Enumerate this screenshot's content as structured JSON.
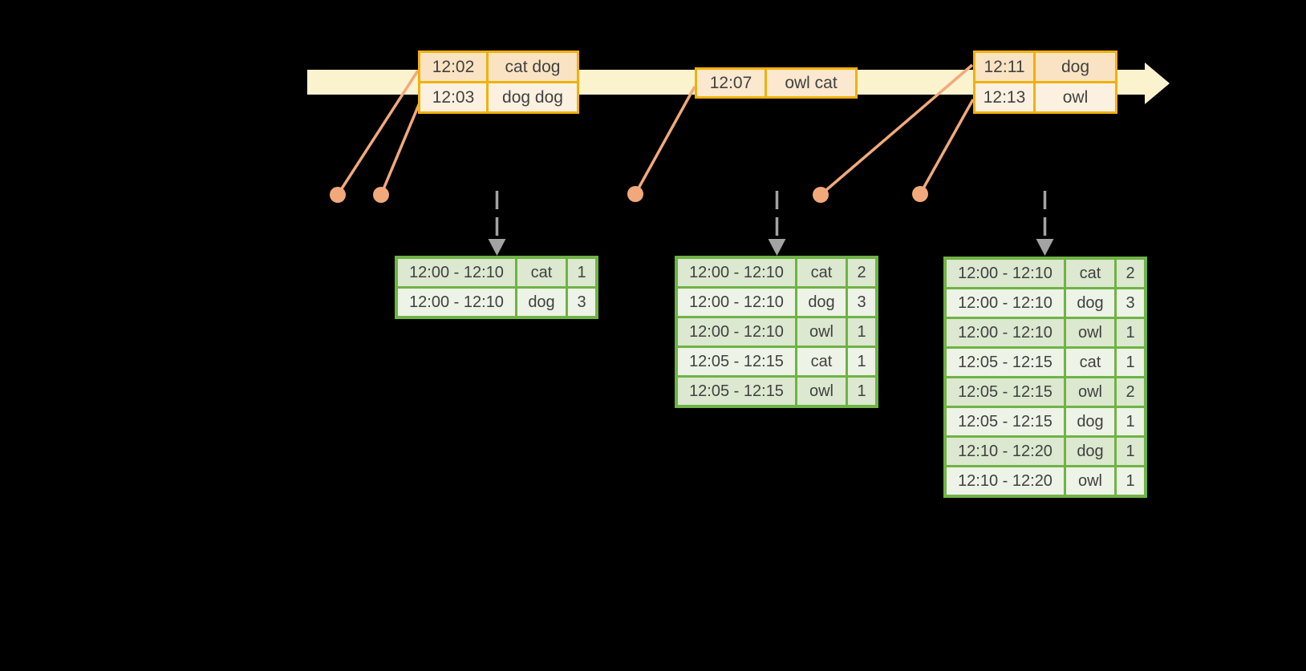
{
  "colors": {
    "bg": "#000000",
    "band": "#fbf2ce",
    "gold": "#f1b10d",
    "peach_dark": "#fae3c2",
    "peach_light": "#fcf1e0",
    "peach_mid": "#fbe8ce",
    "green": "#6fb345",
    "green_dark": "#dce8d0",
    "green_light": "#edf3e7",
    "salmon": "#f1a97b",
    "gray": "#a3a3a3",
    "text": "#414141"
  },
  "event_tables": [
    {
      "rows": [
        {
          "time": "12:02",
          "words": "cat dog"
        },
        {
          "time": "12:03",
          "words": "dog dog"
        }
      ]
    },
    {
      "rows": [
        {
          "time": "12:07",
          "words": "owl cat"
        }
      ]
    },
    {
      "rows": [
        {
          "time": "12:11",
          "words": "dog"
        },
        {
          "time": "12:13",
          "words": "owl"
        }
      ]
    }
  ],
  "result_tables": [
    {
      "rows": [
        {
          "window": "12:00 - 12:10",
          "word": "cat",
          "count": "1"
        },
        {
          "window": "12:00 - 12:10",
          "word": "dog",
          "count": "3"
        }
      ]
    },
    {
      "rows": [
        {
          "window": "12:00 - 12:10",
          "word": "cat",
          "count": "2"
        },
        {
          "window": "12:00 - 12:10",
          "word": "dog",
          "count": "3"
        },
        {
          "window": "12:00 - 12:10",
          "word": "owl",
          "count": "1"
        },
        {
          "window": "12:05 - 12:15",
          "word": "cat",
          "count": "1"
        },
        {
          "window": "12:05 - 12:15",
          "word": "owl",
          "count": "1"
        }
      ]
    },
    {
      "rows": [
        {
          "window": "12:00 - 12:10",
          "word": "cat",
          "count": "2"
        },
        {
          "window": "12:00 - 12:10",
          "word": "dog",
          "count": "3"
        },
        {
          "window": "12:00 - 12:10",
          "word": "owl",
          "count": "1"
        },
        {
          "window": "12:05 - 12:15",
          "word": "cat",
          "count": "1"
        },
        {
          "window": "12:05 - 12:15",
          "word": "owl",
          "count": "2"
        },
        {
          "window": "12:05 - 12:15",
          "word": "dog",
          "count": "1"
        },
        {
          "window": "12:10 - 12:20",
          "word": "dog",
          "count": "1"
        },
        {
          "window": "12:10 - 12:20",
          "word": "owl",
          "count": "1"
        }
      ]
    }
  ]
}
